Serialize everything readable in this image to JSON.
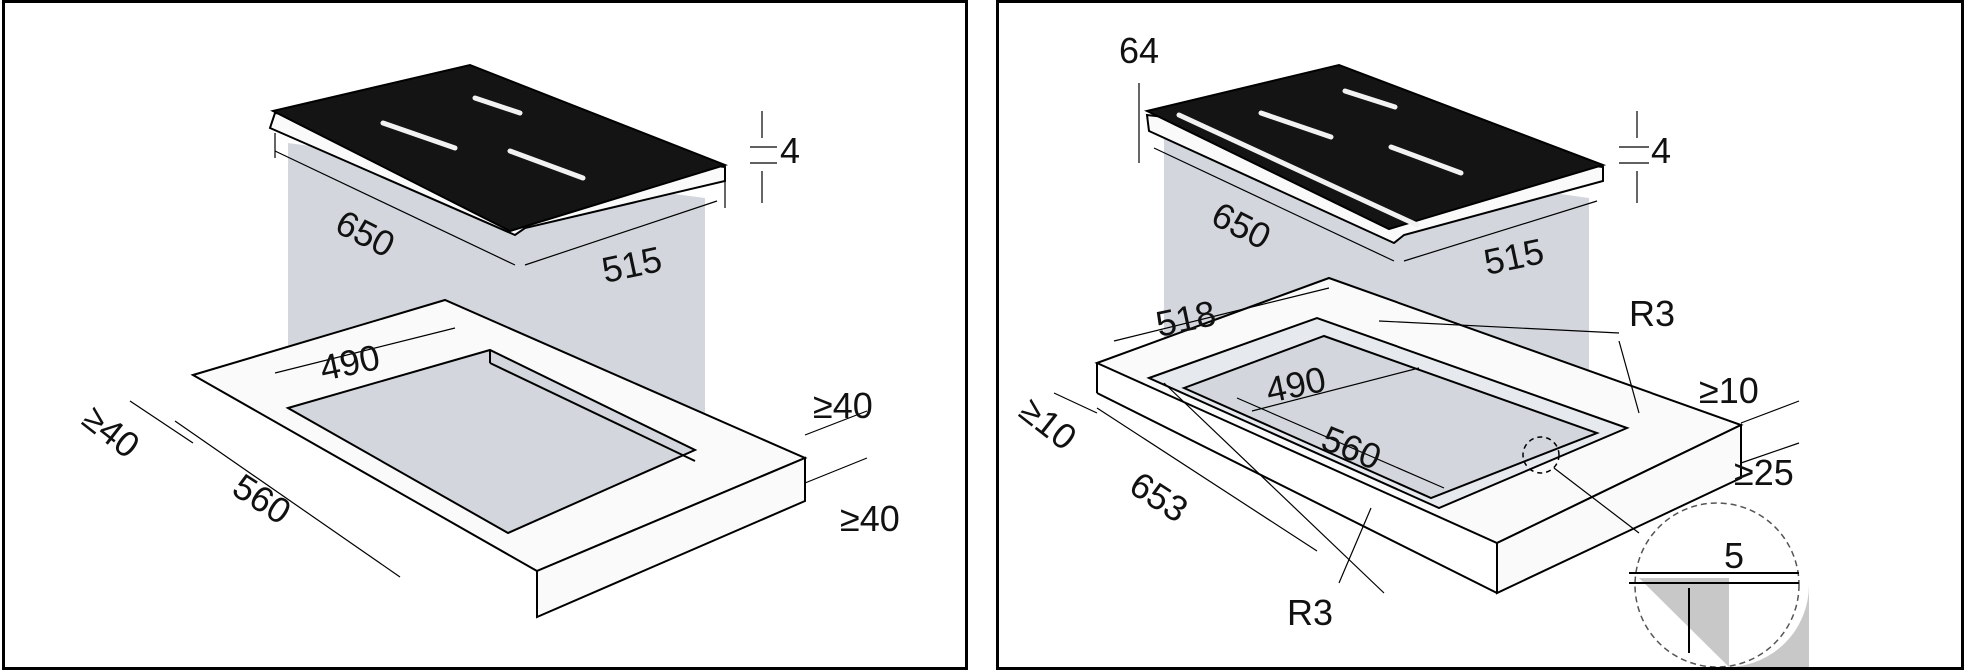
{
  "left_diagram": {
    "dim_hob_length": "650",
    "dim_hob_depth": "515",
    "dim_hob_thickness": "4",
    "dim_cutout_depth": "490",
    "dim_cutout_width": "560",
    "dim_front_clearance": "≥40",
    "dim_back_clearance_top": "≥40",
    "dim_back_clearance_bottom": "≥40"
  },
  "right_diagram": {
    "dim_overall_height": "64",
    "dim_hob_length": "650",
    "dim_hob_depth": "515",
    "dim_hob_thickness": "4",
    "dim_recess_depth": "518",
    "dim_recess_width": "653",
    "dim_cutout_depth": "490",
    "dim_cutout_width": "560",
    "label_radius_top": "R3",
    "label_radius_bottom": "R3",
    "dim_side_clearance": "≥10",
    "dim_front_clearance": "≥10",
    "dim_back_clearance": "≥25",
    "dim_detail_step": "5"
  },
  "colors": {
    "hob_glass": "#141414",
    "shade": "#d3d7dd"
  }
}
